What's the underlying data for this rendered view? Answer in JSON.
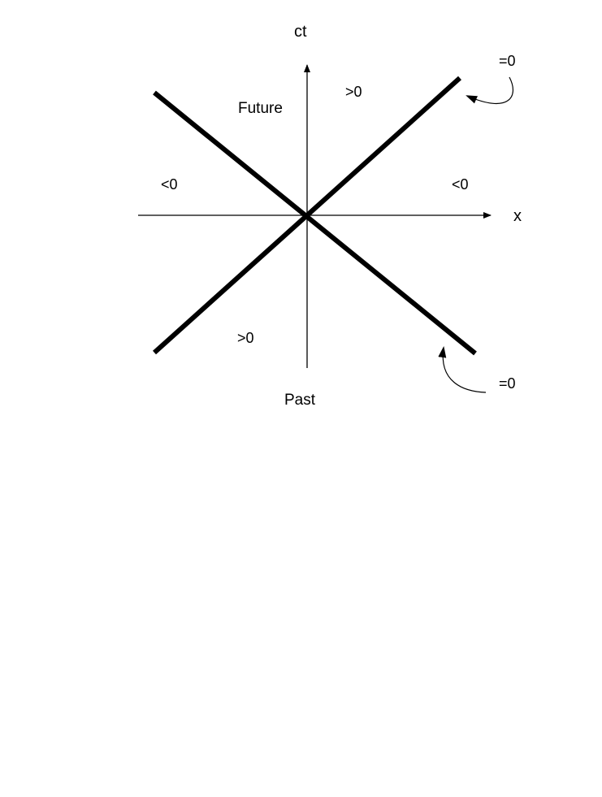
{
  "axes": {
    "time_label": "ct",
    "space_label": "x"
  },
  "regions": {
    "future": "Future",
    "past": "Past",
    "timelike_top": ">0",
    "timelike_bottom": ">0",
    "spacelike_left": "<0",
    "spacelike_right": "<0"
  },
  "callouts": {
    "top_right": "=0",
    "bottom_right": "=0"
  },
  "colors": {
    "ink": "#000000",
    "background": "#ffffff"
  }
}
